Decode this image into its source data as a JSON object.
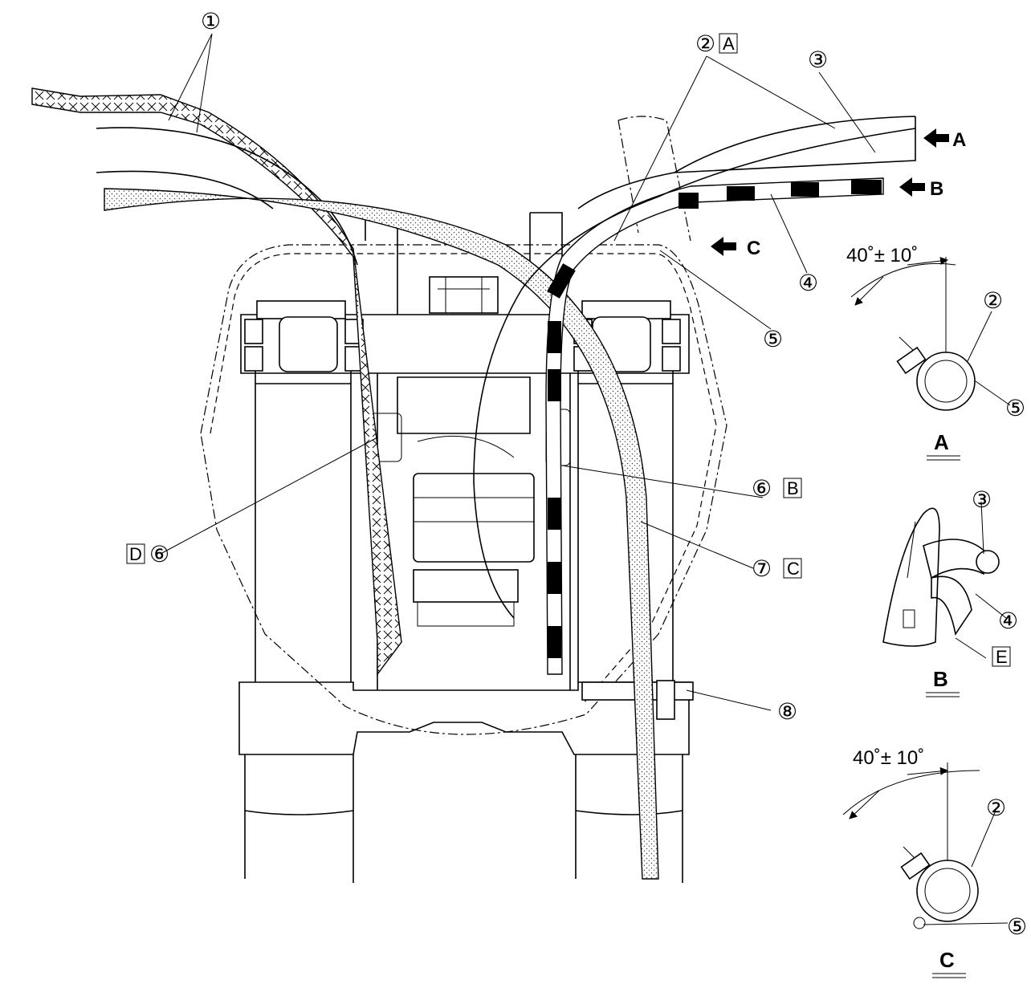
{
  "callouts": {
    "c1": "①",
    "c2": "②",
    "c3": "③",
    "c4": "④",
    "c5": "⑤",
    "c6": "⑥",
    "c7": "⑦",
    "c8": "⑧"
  },
  "boxes": {
    "A": "A",
    "B": "B",
    "C": "C",
    "D": "D",
    "E": "E"
  },
  "arrows": {
    "A": "A",
    "B": "B",
    "C": "C"
  },
  "angles": {
    "detail_a": "40˚± 10˚",
    "detail_c": "40˚± 10˚"
  },
  "details": {
    "A": "A",
    "B": "B",
    "C": "C"
  },
  "colors": {
    "line": "#000000",
    "background": "#ffffff",
    "stipple": "#444444"
  }
}
